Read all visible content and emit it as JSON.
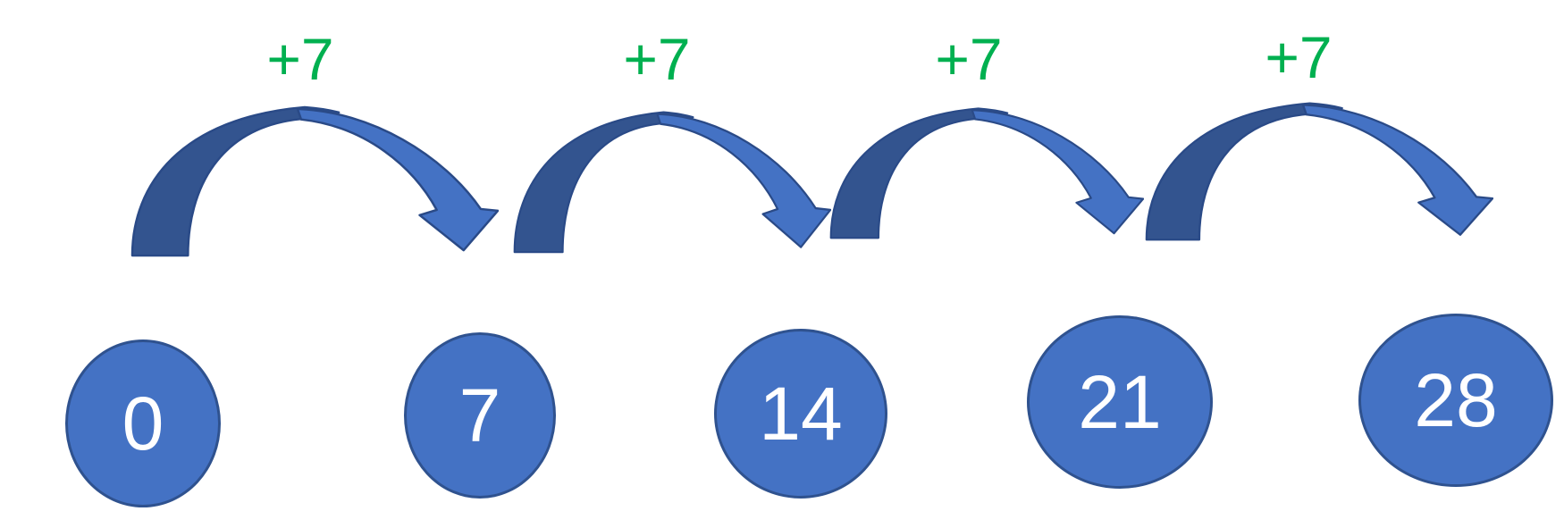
{
  "diagram": {
    "kind": "skip-counting-number-jumps",
    "step_labels": [
      {
        "label": "+7"
      },
      {
        "label": "+7"
      },
      {
        "label": "+7"
      },
      {
        "label": "+7"
      }
    ],
    "circles": [
      {
        "value": "0"
      },
      {
        "value": "7"
      },
      {
        "value": "14"
      },
      {
        "value": "21"
      },
      {
        "value": "28"
      }
    ]
  },
  "colors": {
    "background": "#FFFFFF",
    "circle_fill": "#4472C4",
    "circle_border": "#2F528F",
    "arrow_front": "#4472C4",
    "arrow_back": "#33548F",
    "arrow_outline": "#2A4A87",
    "jump_label": "#00B050",
    "number_text": "#FFFFFF"
  }
}
